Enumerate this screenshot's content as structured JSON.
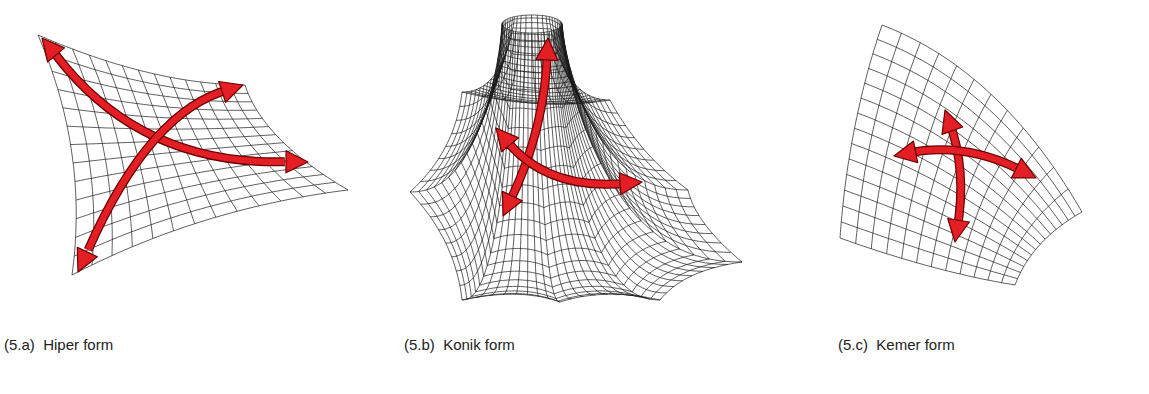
{
  "diagram": {
    "labels": [
      "(5.a)  Hiper form",
      "(5.b)  Konik form",
      "(5.c)  Kemer form"
    ]
  }
}
